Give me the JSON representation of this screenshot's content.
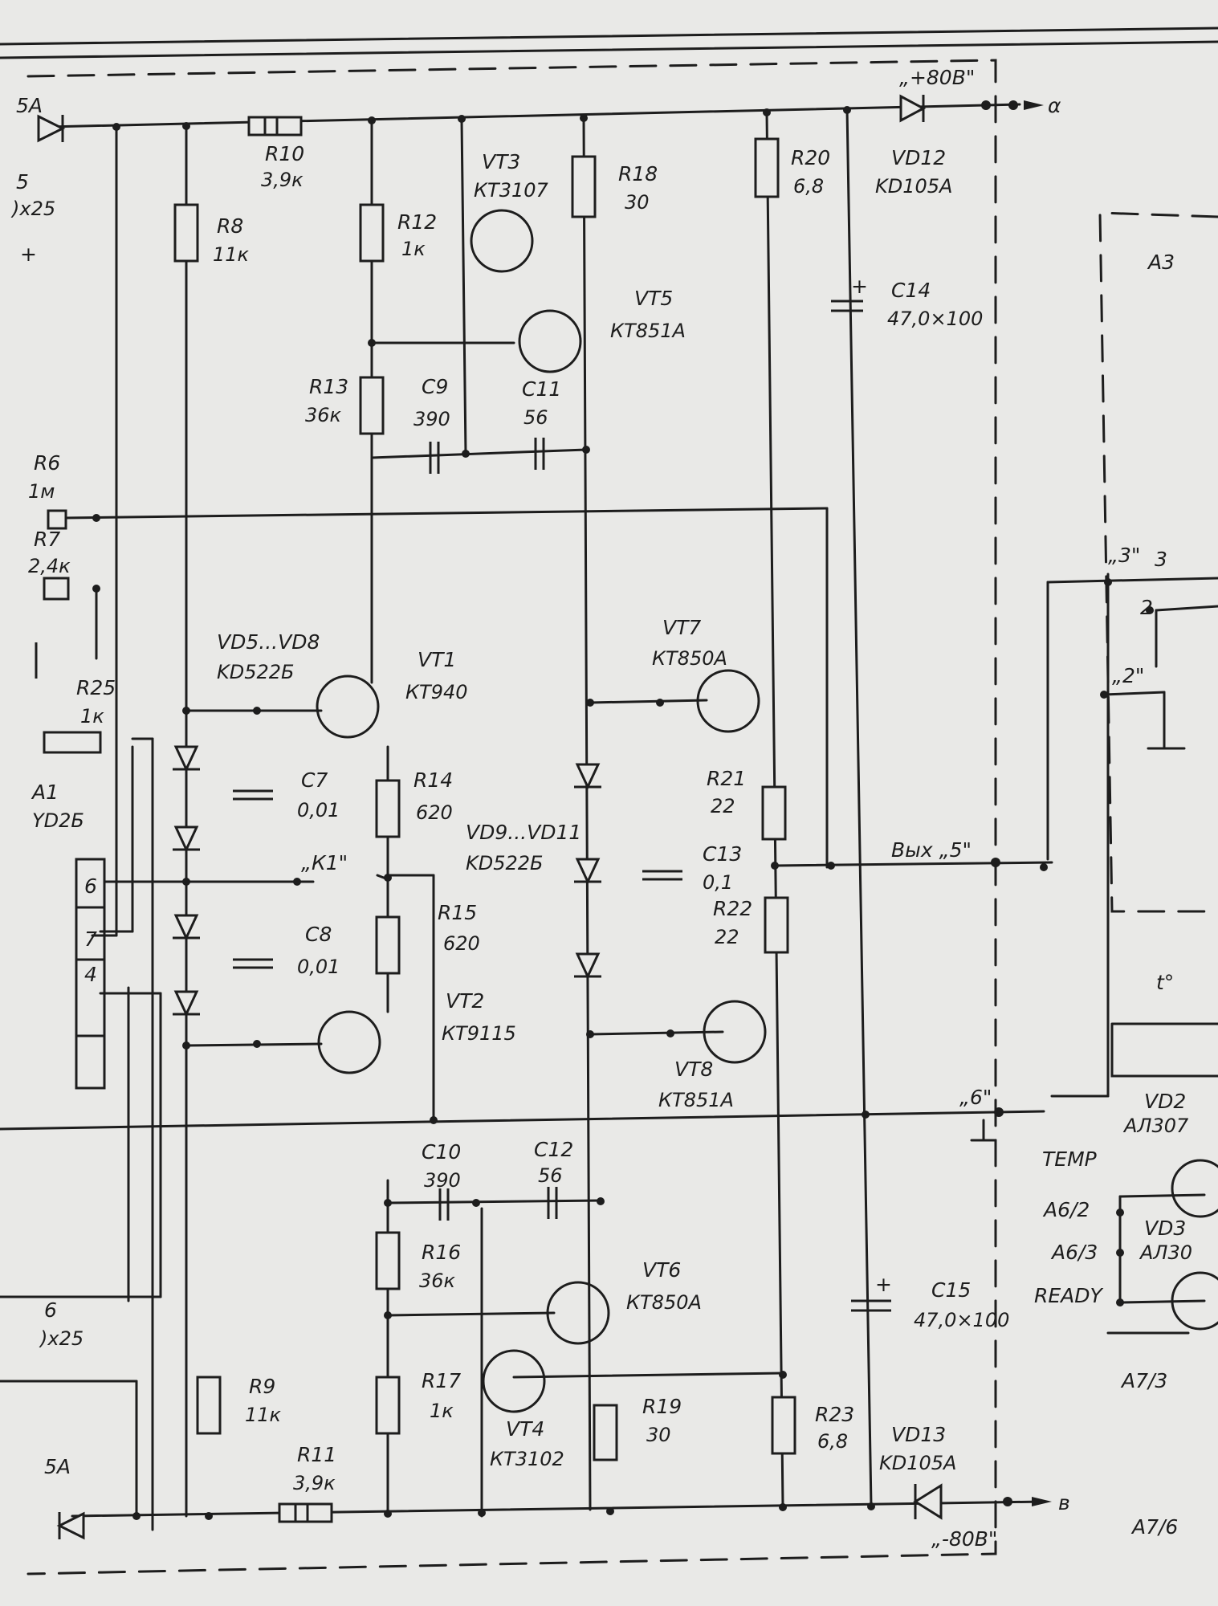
{
  "labels": {
    "R10": "R10",
    "R10_v": "3,9к",
    "VT3": "VT3",
    "VT3_t": "КТ3107",
    "R18": "R18",
    "R18_v": "30",
    "R20": "R20",
    "R20_v": "6,8",
    "VD12": "VD12",
    "VD12_t": "KD105A",
    "p80": "„+80В\"",
    "alpha": "α",
    "F5A_top": "5A",
    "C_left_top": "5",
    "C_left_top_v": ")x25",
    "plus_left": "+",
    "R8": "R8",
    "R8_v": "11к",
    "R12": "R12",
    "R12_v": "1к",
    "VT5": "VT5",
    "VT5_t": "КТ851А",
    "C14": "C14",
    "C14_v": "47,0×100",
    "A3": "A3",
    "R13": "R13",
    "R13_v": "36к",
    "C9": "C9",
    "C9_v": "390",
    "C11": "C11",
    "C11_v": "56",
    "R6": "R6",
    "R6_v": "1м",
    "R7": "R7",
    "R7_v": "2,4к",
    "q3": "„3\"",
    "n3": "3",
    "n2": "2",
    "q2": "„2\"",
    "VD5": "VD5...VD8",
    "VD5_t": "KD522Б",
    "VT1": "VT1",
    "VT1_t": "КТ940",
    "VT7": "VT7",
    "VT7_t": "КТ850А",
    "R25": "R25",
    "R25_v": "1к",
    "C7": "C7",
    "C7_v": "0,01",
    "R14": "R14",
    "R14_v": "620",
    "R21": "R21",
    "R21_v": "22",
    "A1": "A1",
    "A1_t": "YD2Б",
    "K1": "„К1\"",
    "VD9": "VD9...VD11",
    "VD9_t": "KD522Б",
    "C13": "C13",
    "C13_v": "0,1",
    "out5": "Вых „5\"",
    "R15": "R15",
    "R15_v": "620",
    "R22": "R22",
    "R22_v": "22",
    "pin6": "6",
    "pin7": "7",
    "pin4": "4",
    "C8": "C8",
    "C8_v": "0,01",
    "t0": "t°",
    "VT2": "VT2",
    "VT2_t": "КТ9115",
    "VT8": "VT8",
    "VT8_t": "КТ851А",
    "q6": "„6\"",
    "VD2": "VD2",
    "VD2_t": "АЛ307",
    "C10": "C10",
    "C10_v": "390",
    "C12": "C12",
    "C12_v": "56",
    "TEMP": "TEMP",
    "A6_2": "А6/2",
    "A6_3": "А6/3",
    "VD3": "VD3",
    "VD3_t": "АЛ30",
    "R16": "R16",
    "R16_v": "36к",
    "VT6": "VT6",
    "VT6_t": "КТ850А",
    "READY": "READY",
    "C15": "C15",
    "C15_v": "47,0×100",
    "C_left_bot": "6",
    "C_left_bot_v": ")x25",
    "R9": "R9",
    "R9_v": "11к",
    "R17": "R17",
    "R17_v": "1к",
    "R19": "R19",
    "R19_v": "30",
    "R23": "R23",
    "R23_v": "6,8",
    "A7_3": "А7/3",
    "VT4": "VT4",
    "VT4_t": "КТ3102",
    "VD13": "VD13",
    "VD13_t": "KD105A",
    "F5A_bot": "5A",
    "R11": "R11",
    "R11_v": "3,9к",
    "beta": "в",
    "m80": "„-80В\"",
    "A7_6": "А7/6",
    "plus_c": "+"
  },
  "colors": {
    "ink": "#1d1d1d",
    "paper": "#e9e9e7"
  }
}
